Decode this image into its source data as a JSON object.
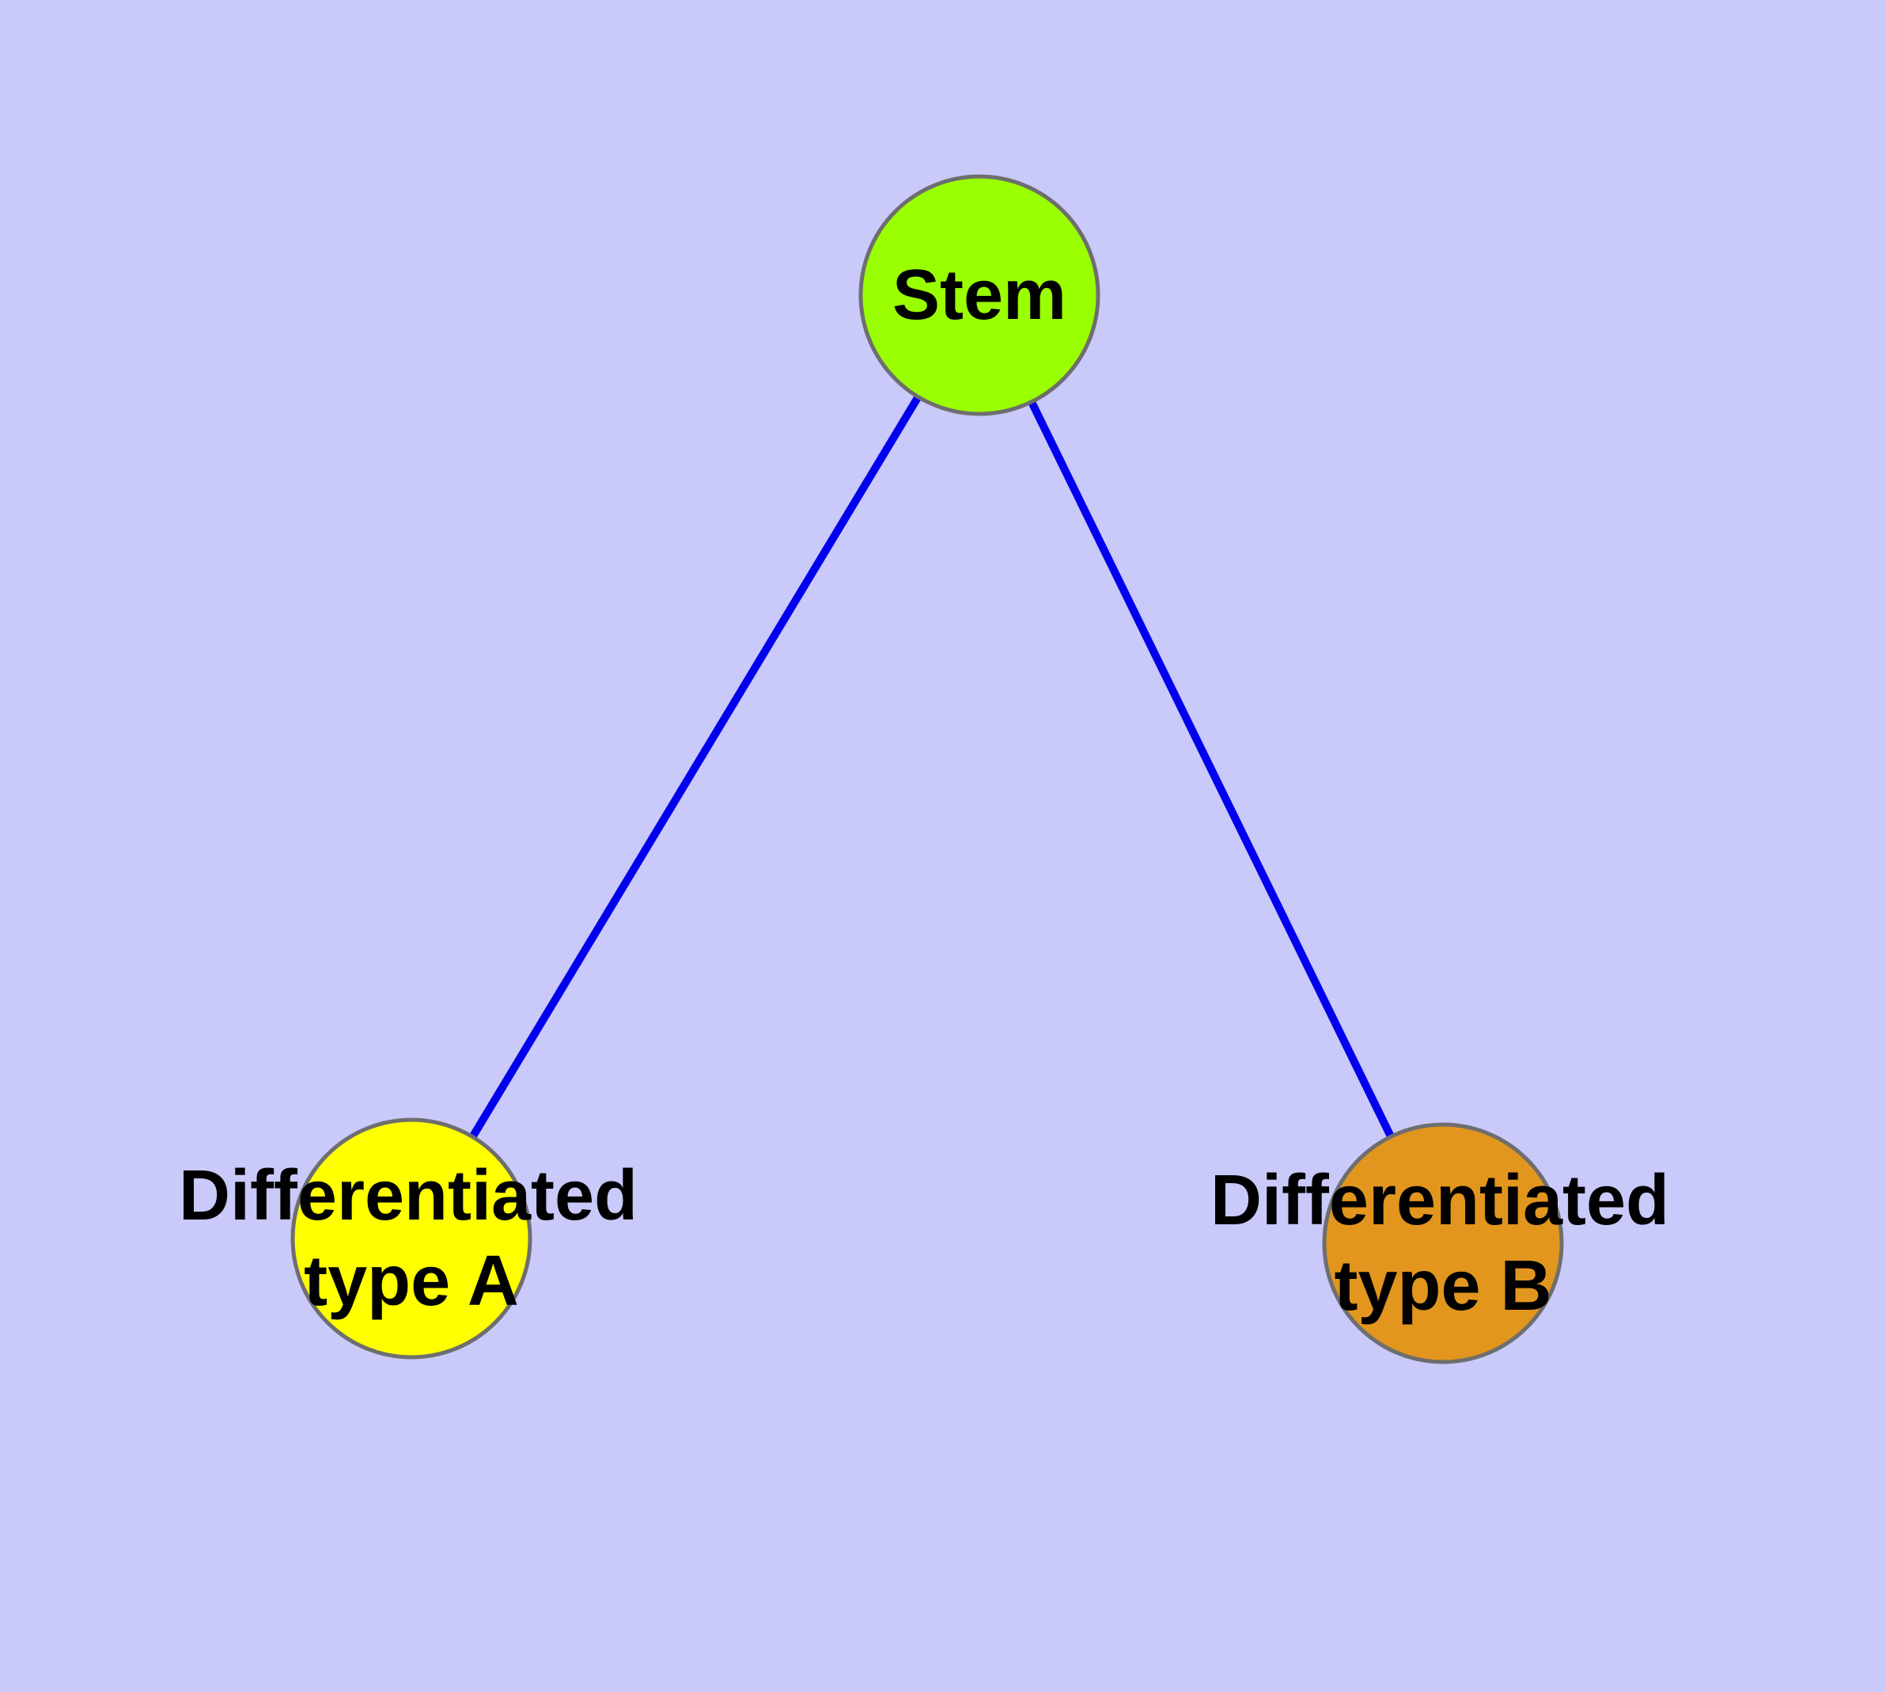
{
  "diagram": {
    "type": "node-link-graph",
    "colors": {
      "background": "#C9C9FA",
      "edge": "#0000EE",
      "node_border": "#6E6E6E",
      "label_text": "#000000"
    },
    "nodes": {
      "stem": {
        "label": "Stem",
        "fill": "#9AFF00"
      },
      "type_a": {
        "label_line1": "Differentiated",
        "label_line2": "type A",
        "fill": "#FFFF00"
      },
      "type_b": {
        "label_line1": "Differentiated",
        "label_line2": "type B",
        "fill": "#E2961E"
      }
    },
    "edges": [
      {
        "from": "Stem",
        "to": "Differentiated type A"
      },
      {
        "from": "Stem",
        "to": "Differentiated type B"
      }
    ]
  }
}
